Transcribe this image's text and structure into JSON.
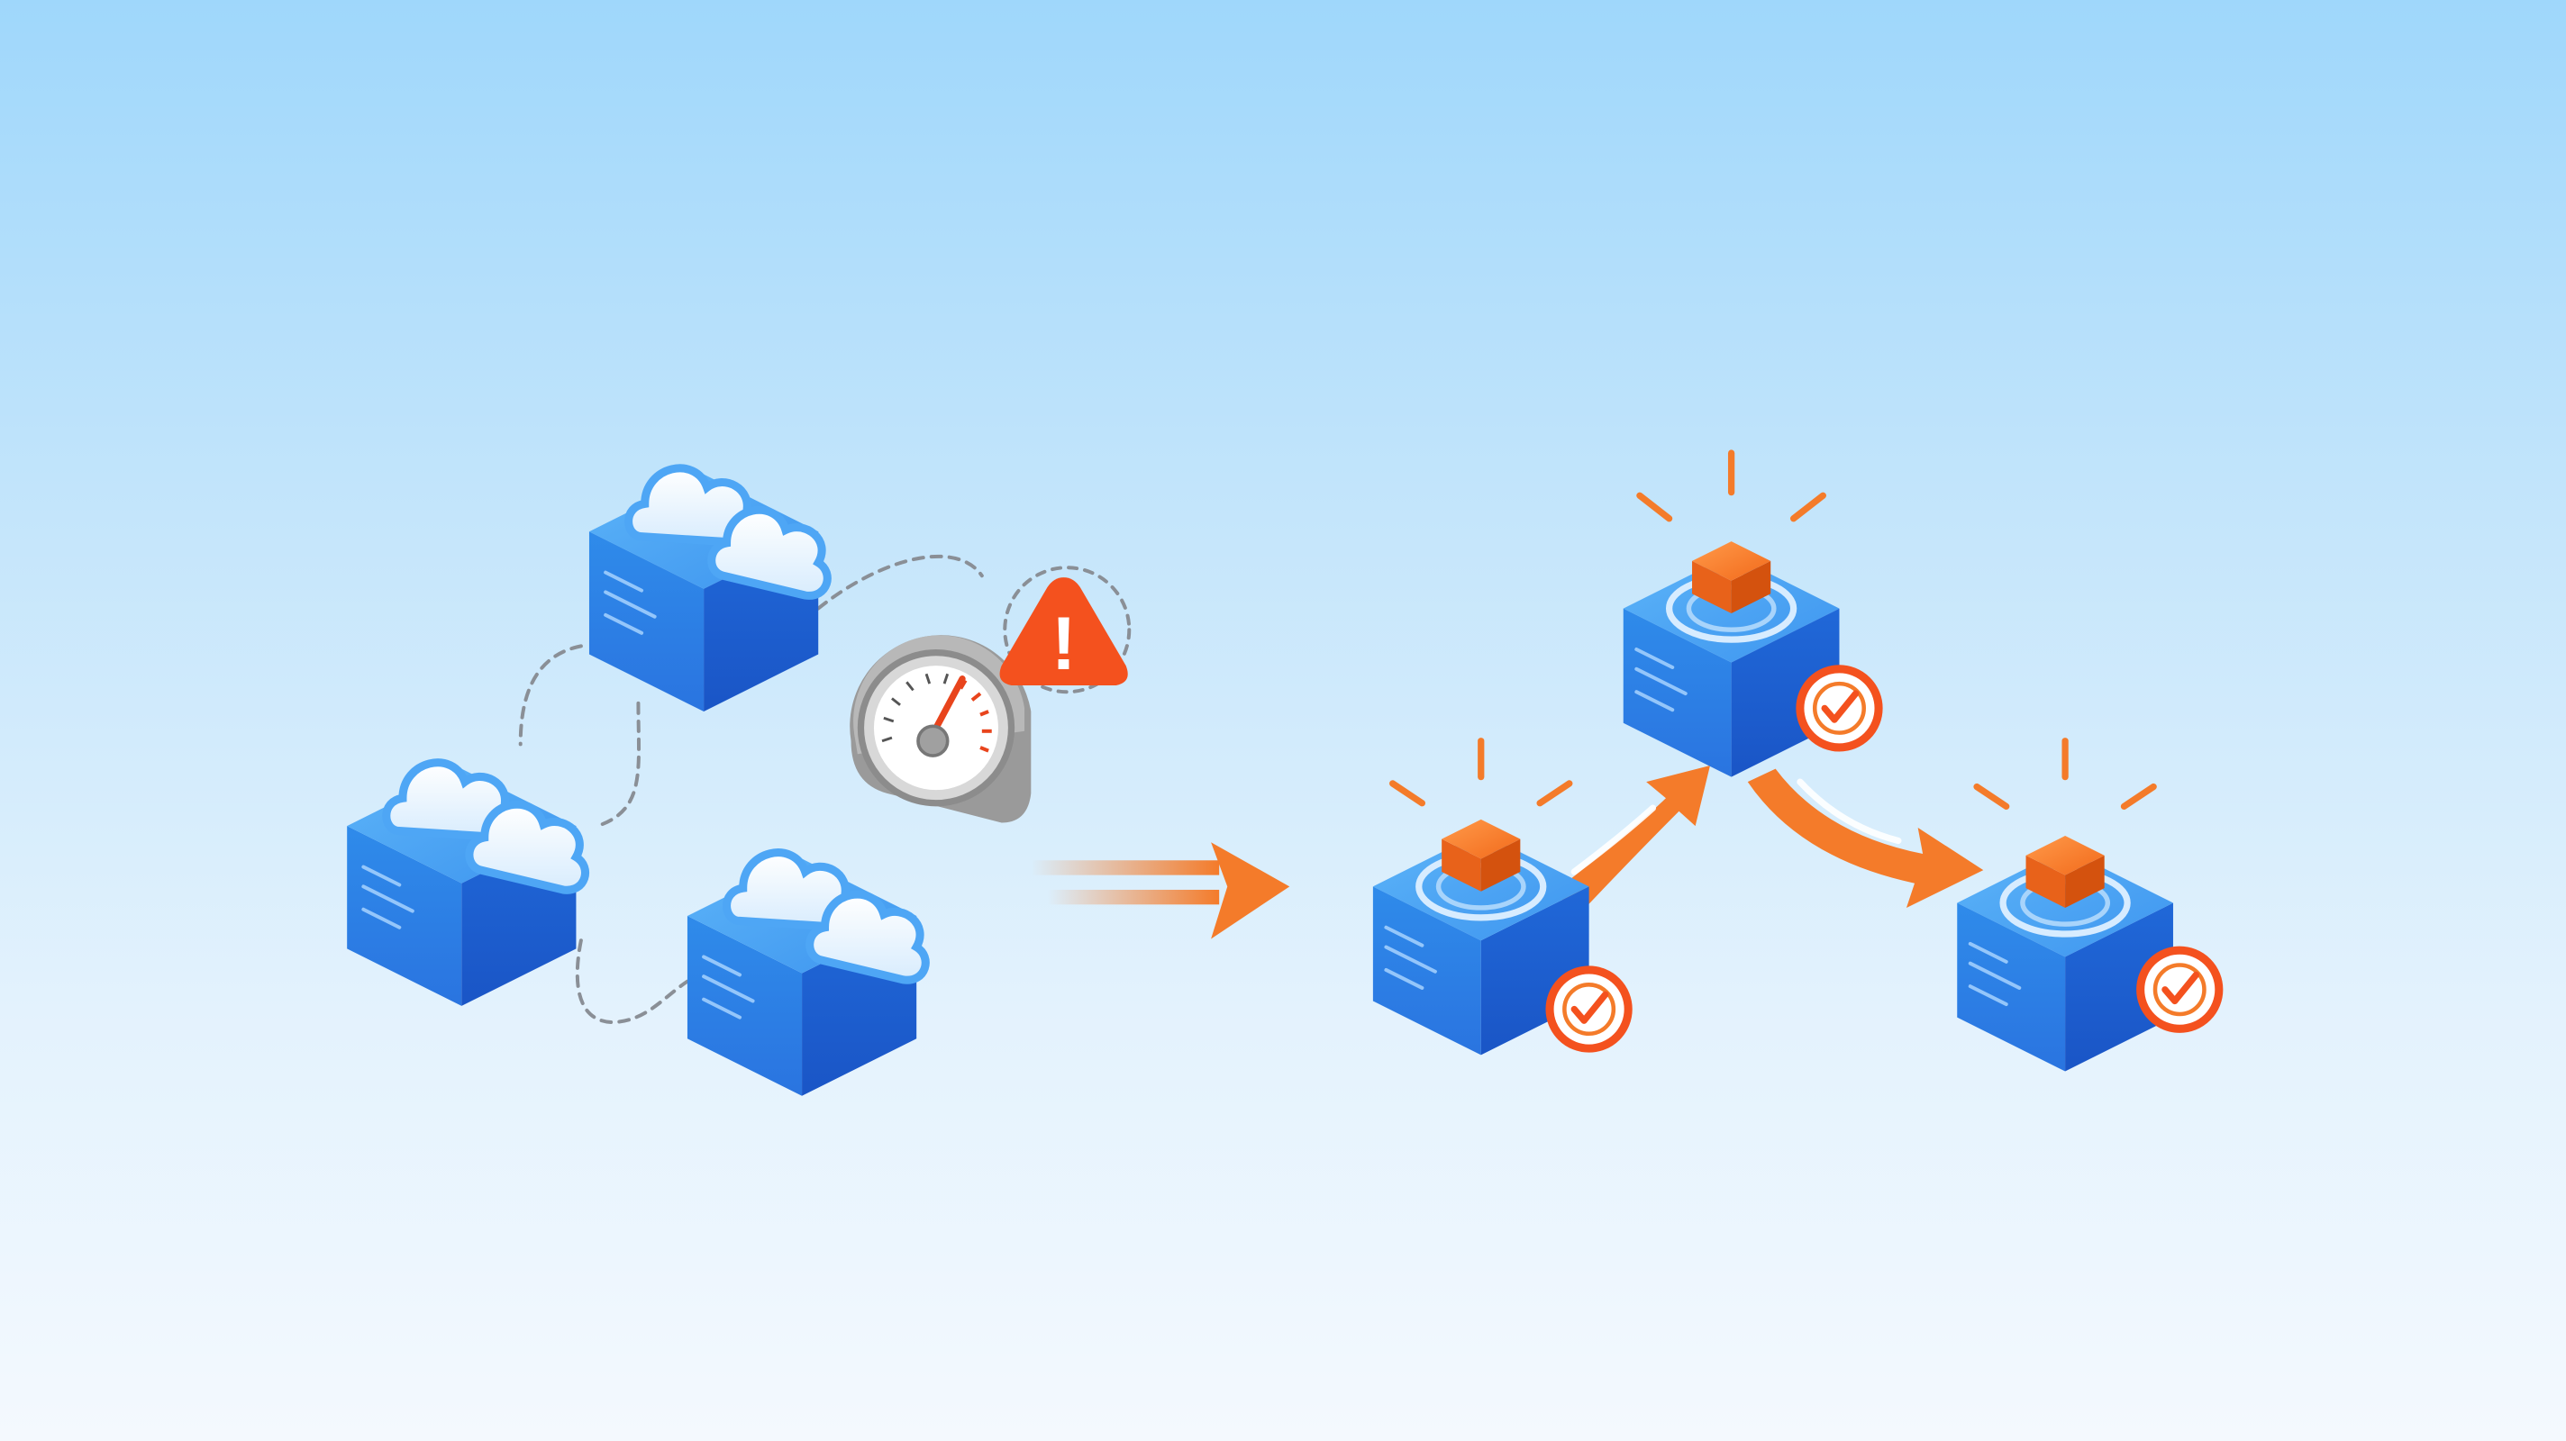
{
  "colors": {
    "background_top": "#9fd7fb",
    "background_bottom": "#f4f9fe",
    "cube_blue": "#2f86e8",
    "cube_blue_dark": "#1c62d2",
    "cube_blue_top": "#4ea6f5",
    "accent_orange": "#f47b2a",
    "alert_red": "#f4511e",
    "gauge_gray": "#9a9a9a",
    "dashed_line": "#8a8f96"
  },
  "before_group": {
    "servers": [
      {
        "name": "cloud-server-top",
        "icon": "cloud-icon"
      },
      {
        "name": "cloud-server-left",
        "icon": "cloud-icon"
      },
      {
        "name": "cloud-server-bottom",
        "icon": "cloud-icon"
      }
    ],
    "links": "dashed-connections",
    "gauge": {
      "icon": "speedometer-icon",
      "needle_level": 0.85
    },
    "alert": {
      "icon": "warning-triangle-icon",
      "glyph": "!"
    }
  },
  "transition": {
    "icon": "right-arrow-icon"
  },
  "after_group": {
    "servers": [
      {
        "name": "optimized-server-top",
        "icon": "orange-cube-icon",
        "status_icon": "check-circle-icon"
      },
      {
        "name": "optimized-server-left",
        "icon": "orange-cube-icon",
        "status_icon": "check-circle-icon"
      },
      {
        "name": "optimized-server-right",
        "icon": "orange-cube-icon",
        "status_icon": "check-circle-icon"
      }
    ],
    "flow_arrows": [
      "left-to-top",
      "top-to-right"
    ]
  }
}
